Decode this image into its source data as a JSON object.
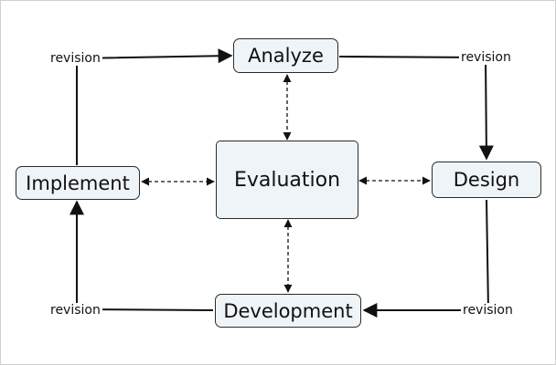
{
  "nodes": {
    "analyze": "Analyze",
    "design": "Design",
    "development": "Development",
    "implement": "Implement",
    "evaluation": "Evaluation"
  },
  "edge_labels": {
    "top_left": "revision",
    "top_right": "revision",
    "bottom_left": "revision",
    "bottom_right": "revision"
  },
  "colors": {
    "node_fill": "#eef4f7",
    "node_border": "#2b2b2b",
    "line": "#111111"
  }
}
